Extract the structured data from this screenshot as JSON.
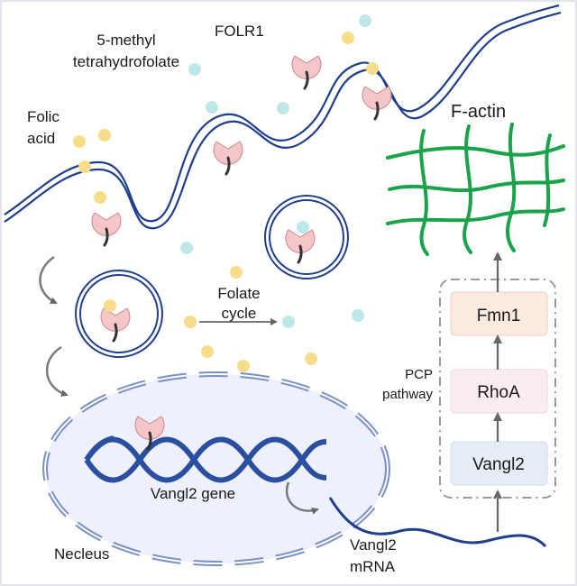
{
  "labels": {
    "methyl_line1": "5-methyl",
    "methyl_line2": "tetrahydrofolate",
    "folr1": "FOLR1",
    "folic_line1": "Folic",
    "folic_line2": "acid",
    "factin": "F-actin",
    "folate_line1": "Folate",
    "folate_line2": "cycle",
    "pcp_line1": "PCP",
    "pcp_line2": "pathway",
    "gene": "Vangl2 gene",
    "nucleus": "Necleus",
    "mrna_line1": "Vangl2",
    "mrna_line2": "mRNA"
  },
  "pathway": {
    "box_top": "Fmn1",
    "box_mid": "RhoA",
    "box_bottom": "Vangl2"
  },
  "colors": {
    "membrane": "#1f3f8c",
    "folic_acid": "#f7dc8a",
    "methyl_thf": "#bfe9e8",
    "receptor": "#f5c6c9",
    "actin": "#1aa34a",
    "nucleus_fill": "#eef0fb",
    "dna": "#2a4ea0",
    "fmn1_box": "#fbeadf",
    "rhoa_box": "#f9ecf3",
    "vangl2_box": "#e6edf7"
  }
}
